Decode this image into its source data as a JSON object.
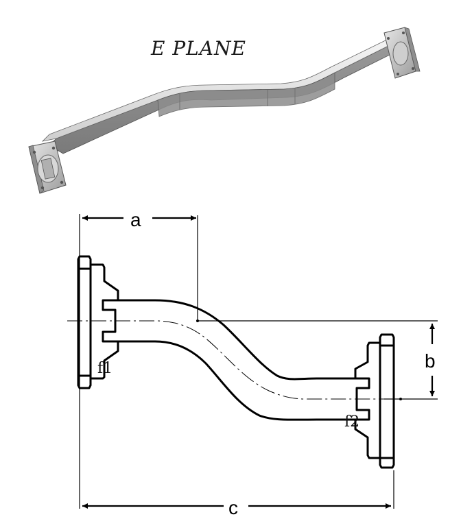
{
  "title": "E PLANE",
  "dimensions": {
    "a": "a",
    "b": "b",
    "c": "c"
  },
  "flanges": {
    "f1": "f1",
    "f2": "f2"
  }
}
